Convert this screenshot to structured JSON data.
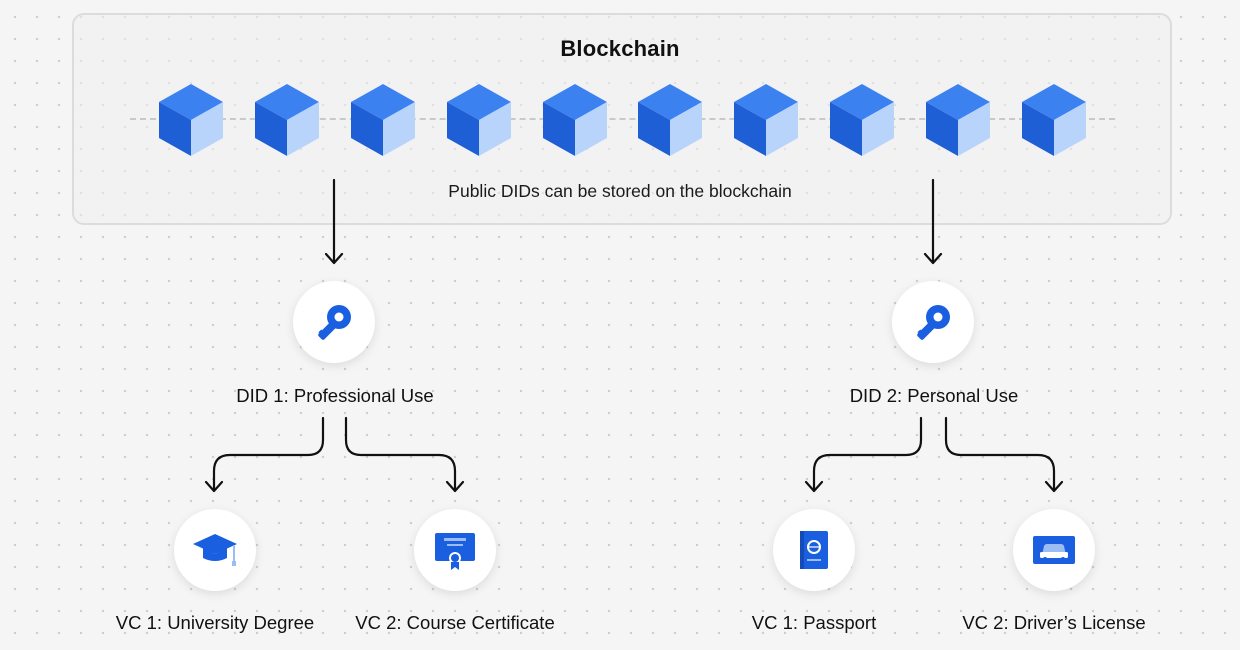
{
  "blockchain": {
    "title": "Blockchain",
    "caption": "Public DIDs can be stored on the blockchain"
  },
  "dids": [
    {
      "label": "DID 1: Professional Use",
      "icon": "key-icon",
      "credentials": [
        {
          "label": "VC 1: University Degree",
          "icon": "graduation-cap-icon"
        },
        {
          "label": "VC 2: Course Certificate",
          "icon": "certificate-icon"
        }
      ]
    },
    {
      "label": "DID 2: Personal Use",
      "icon": "key-icon",
      "credentials": [
        {
          "label": "VC 1: Passport",
          "icon": "passport-icon"
        },
        {
          "label": "VC 2: Driver’s License",
          "icon": "car-license-icon"
        }
      ]
    }
  ],
  "colors": {
    "accent": "#1a5fe0",
    "cube_top": "#3b82f0",
    "cube_left": "#1f5fd6",
    "cube_right": "#b9d4fb"
  }
}
